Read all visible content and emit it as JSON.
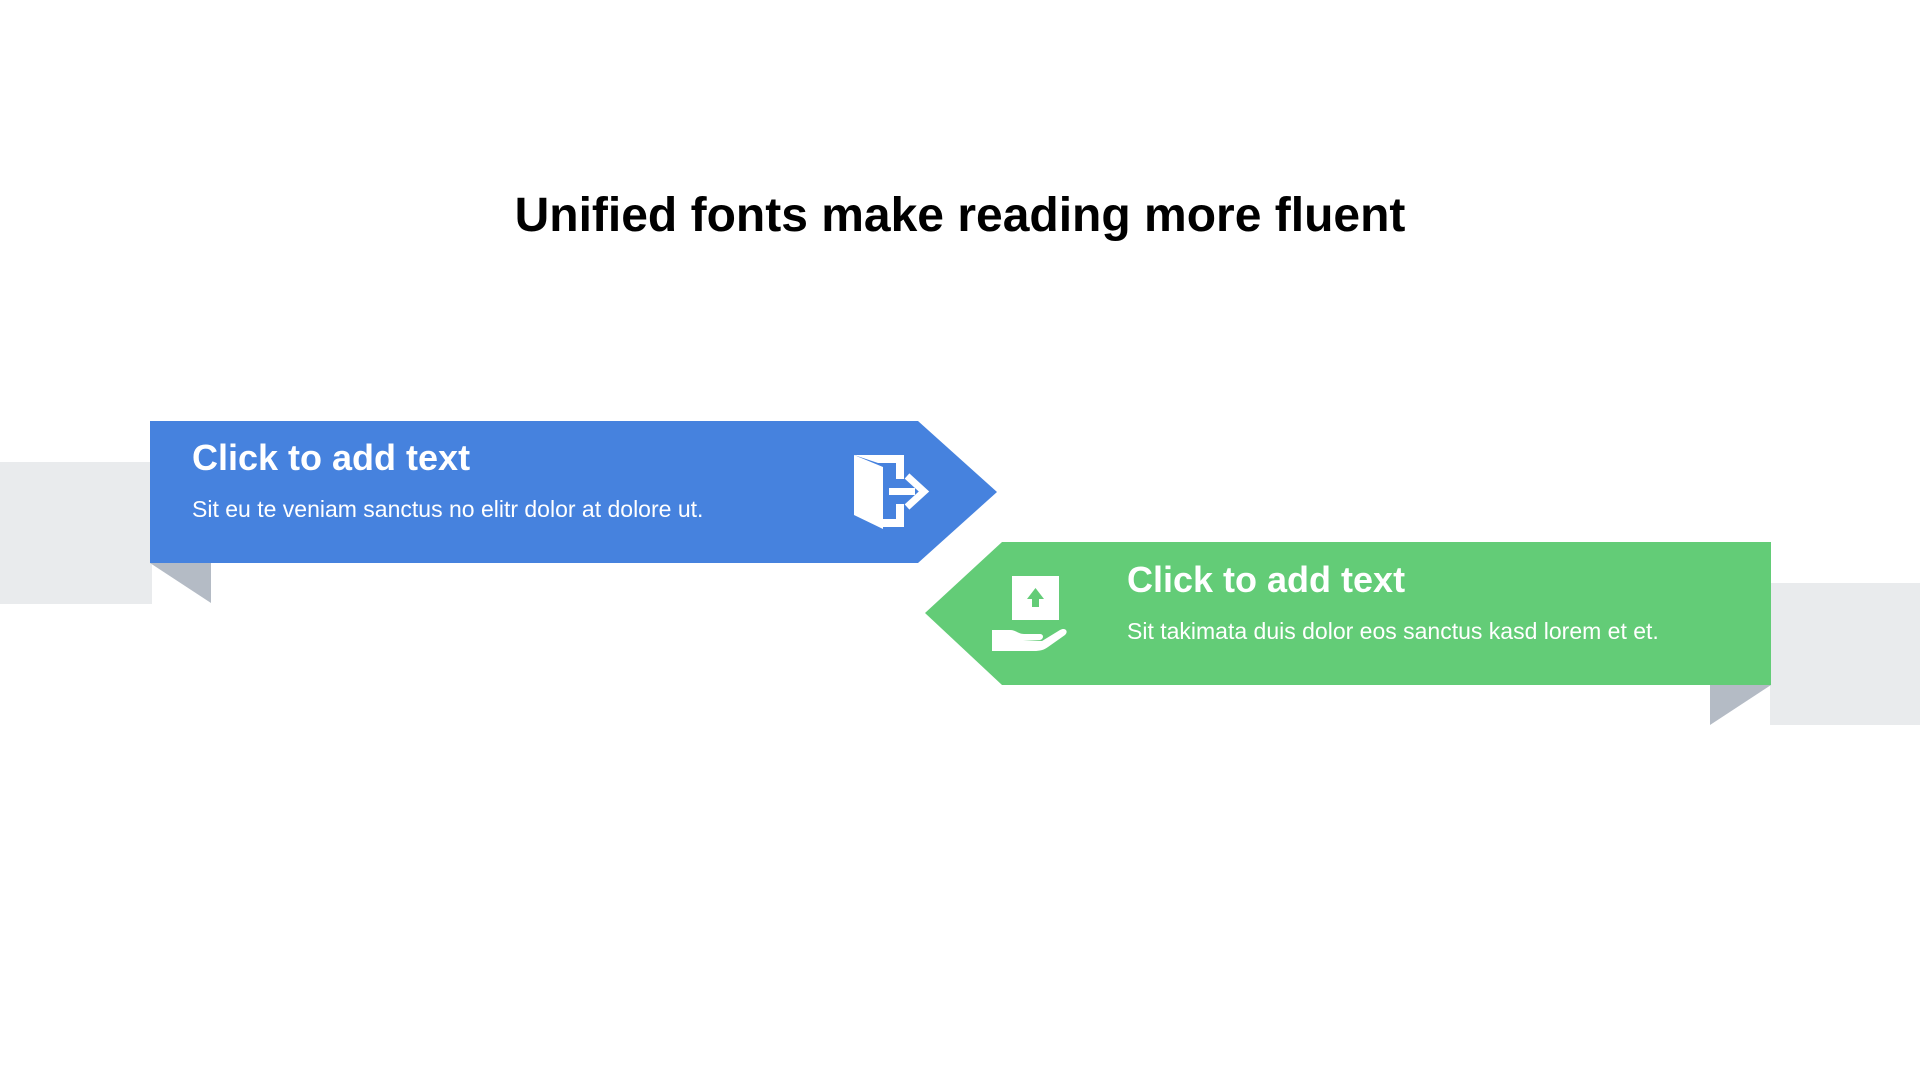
{
  "slide": {
    "title": "Unified fonts make reading more fluent"
  },
  "items": [
    {
      "heading": "Click to add text",
      "body": "Sit eu te veniam sanctus no elitr dolor at dolore ut.",
      "icon": "exit-door-icon",
      "color": "#4682DE"
    },
    {
      "heading": "Click to add text",
      "body": "Sit takimata duis dolor eos sanctus kasd lorem et et.",
      "icon": "hand-holding-box-icon",
      "color": "#63CC77"
    }
  ],
  "colors": {
    "band": "#E9EBED",
    "fold": "#B4BBC5",
    "text": "#FFFFFF"
  }
}
